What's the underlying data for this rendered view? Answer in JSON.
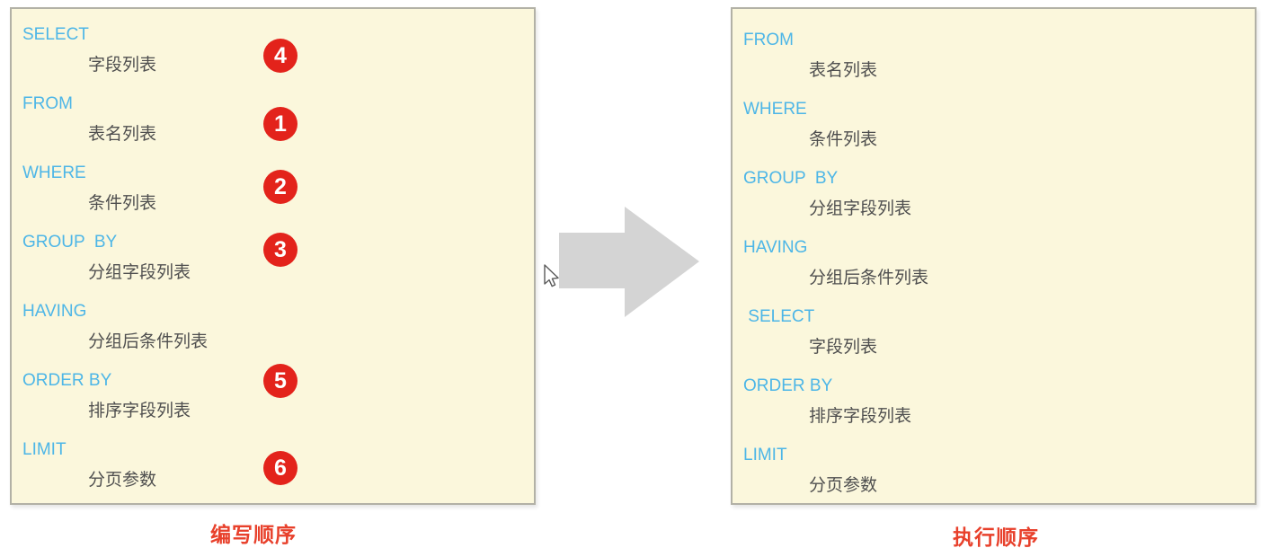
{
  "left_panel": {
    "caption": "编写顺序",
    "clauses": [
      {
        "keyword": "SELECT",
        "operand": "字段列表",
        "badge": "4"
      },
      {
        "keyword": "FROM",
        "operand": "表名列表",
        "badge": "1"
      },
      {
        "keyword": "WHERE",
        "operand": "条件列表",
        "badge": "2"
      },
      {
        "keyword": "GROUP  BY",
        "operand": "分组字段列表",
        "badge": "3"
      },
      {
        "keyword": "HAVING",
        "operand": "分组后条件列表",
        "badge": ""
      },
      {
        "keyword": "ORDER BY",
        "operand": "排序字段列表",
        "badge": "5"
      },
      {
        "keyword": "LIMIT",
        "operand": "分页参数",
        "badge": "6"
      }
    ]
  },
  "right_panel": {
    "caption": "执行顺序",
    "clauses": [
      {
        "keyword": "FROM",
        "operand": "表名列表"
      },
      {
        "keyword": "WHERE",
        "operand": "条件列表"
      },
      {
        "keyword": "GROUP  BY",
        "operand": "分组字段列表"
      },
      {
        "keyword": "HAVING",
        "operand": "分组后条件列表"
      },
      {
        "keyword": " SELECT",
        "operand": "字段列表"
      },
      {
        "keyword": "ORDER BY",
        "operand": "排序字段列表"
      },
      {
        "keyword": "LIMIT",
        "operand": "分页参数"
      }
    ]
  },
  "icons": {
    "arrow": "right-arrow-icon",
    "cursor": "mouse-cursor-icon"
  },
  "colors": {
    "panel_background": "#fbf7dc",
    "panel_border": "#b2b1a6",
    "keyword_blue": "#4db6e7",
    "operand_gray": "#4f4f4f",
    "badge_red": "#e3231b",
    "caption_red": "#e8402b",
    "arrow_gray": "#d4d4d4"
  }
}
